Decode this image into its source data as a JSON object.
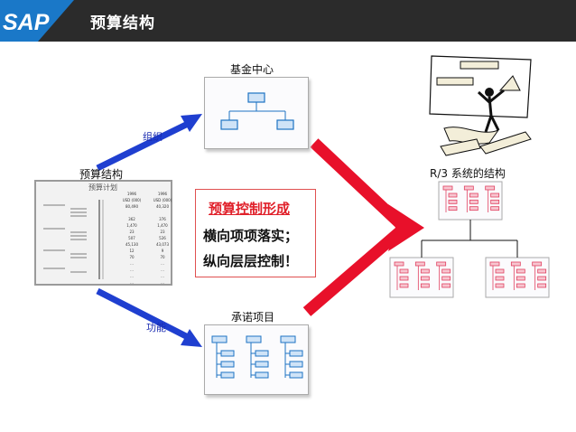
{
  "header": {
    "title": "预算结构",
    "logo_text": "SAP"
  },
  "labels": {
    "fund_center": "基金中心",
    "budget_structure": "预算结构",
    "r3_structure": "R/3 系统的结构",
    "commitment_item": "承诺项目",
    "organization": "组织",
    "function": "功能"
  },
  "budget_doc": {
    "title": "预算计划",
    "col1": [
      "1996",
      "USD (000)",
      "80,490",
      "",
      "362",
      "1,470",
      "23",
      "507",
      "45,130",
      "12",
      "70",
      "...",
      "...",
      "...",
      "..."
    ],
    "col2": [
      "1996",
      "USD (000)",
      "40,320",
      "",
      "376",
      "1,470",
      "23",
      "526",
      "43,073",
      "9",
      "70",
      "...",
      "...",
      "...",
      "..."
    ]
  },
  "control": {
    "title": "预算控制形成",
    "line1": "横向项项落实；",
    "line2": "纵向层层控制！"
  },
  "colors": {
    "header_bg": "#2b2b2b",
    "logo_blue": "#1a78c8",
    "arrow_blue": "#1f3fd0",
    "arrow_red": "#e8102a",
    "node_blue": "#1e73c4",
    "node_pink": "#e04060"
  }
}
